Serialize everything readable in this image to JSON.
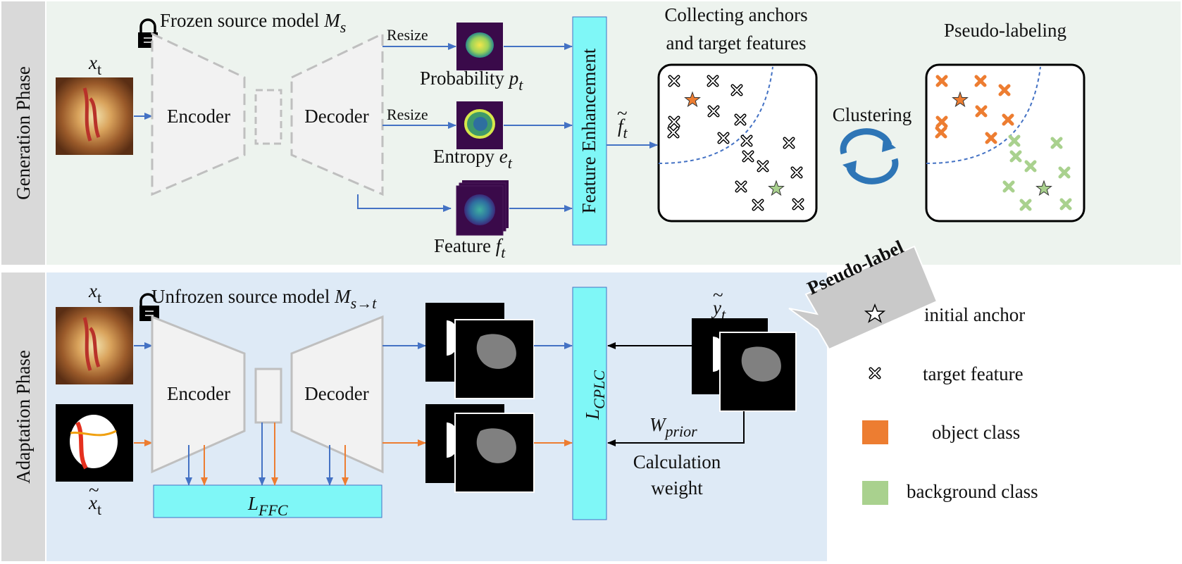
{
  "phases": {
    "generation": "Generation Phase",
    "adaptation": "Adaptation Phase"
  },
  "generation": {
    "input_label": "x",
    "input_sub": "t",
    "model_label": "Frozen source model ",
    "model_math": "M",
    "model_sub": "s",
    "encoder": "Encoder",
    "decoder": "Decoder",
    "resize1": "Resize",
    "resize2": "Resize",
    "probability": "Probability ",
    "probability_math": "p",
    "probability_sub": "t",
    "entropy": "Entropy ",
    "entropy_math": "e",
    "entropy_sub": "t",
    "feature": "Feature ",
    "feature_math": "f",
    "feature_sub": "t",
    "feature_enhancement": "Feature Enhancement",
    "enhanced_math": "f",
    "enhanced_tilde": "~",
    "enhanced_sub": "t",
    "collecting_line1": "Collecting anchors",
    "collecting_line2": "and target features",
    "clustering": "Clustering",
    "pseudo_labeling": "Pseudo-labeling",
    "pseudo_label_arrow": "Pseudo-label"
  },
  "adaptation": {
    "input_label": "x",
    "input_sub": "t",
    "aug_label": "x",
    "aug_tilde": "~",
    "aug_sub": "t",
    "model_label": "Unfrozen source model ",
    "model_math": "M",
    "model_sub": "s→t",
    "encoder": "Encoder",
    "decoder": "Decoder",
    "loss_ffc_math": "L",
    "loss_ffc_sub": "FFC",
    "loss_cplc_math": "L",
    "loss_cplc_sub": "CPLC",
    "pseudo_math": "y",
    "pseudo_tilde": "~",
    "pseudo_sub": "t",
    "weight_math": "W",
    "weight_sub": "prior",
    "calc_line1": "Calculation",
    "calc_line2": "weight"
  },
  "legend": {
    "anchor": "initial anchor",
    "target": "target feature",
    "object": "object class",
    "background": "background class"
  },
  "colors": {
    "generation_bg": "#edf3ee",
    "adaptation_bg": "#deeaf6",
    "side_panel": "#d9d9d9",
    "cyan_box": "#7ff7f7",
    "blue_arrow": "#4472c4",
    "orange_arrow": "#ed7d31",
    "object_class": "#ed7d31",
    "background_class": "#a9d18e",
    "pseudo_arrow": "#c9c9c9"
  },
  "icons": {
    "frozen": "lock-closed-icon",
    "unfrozen": "lock-open-icon",
    "clustering": "cycle-arrows-icon",
    "anchor": "star-icon",
    "target": "cross-icon"
  }
}
